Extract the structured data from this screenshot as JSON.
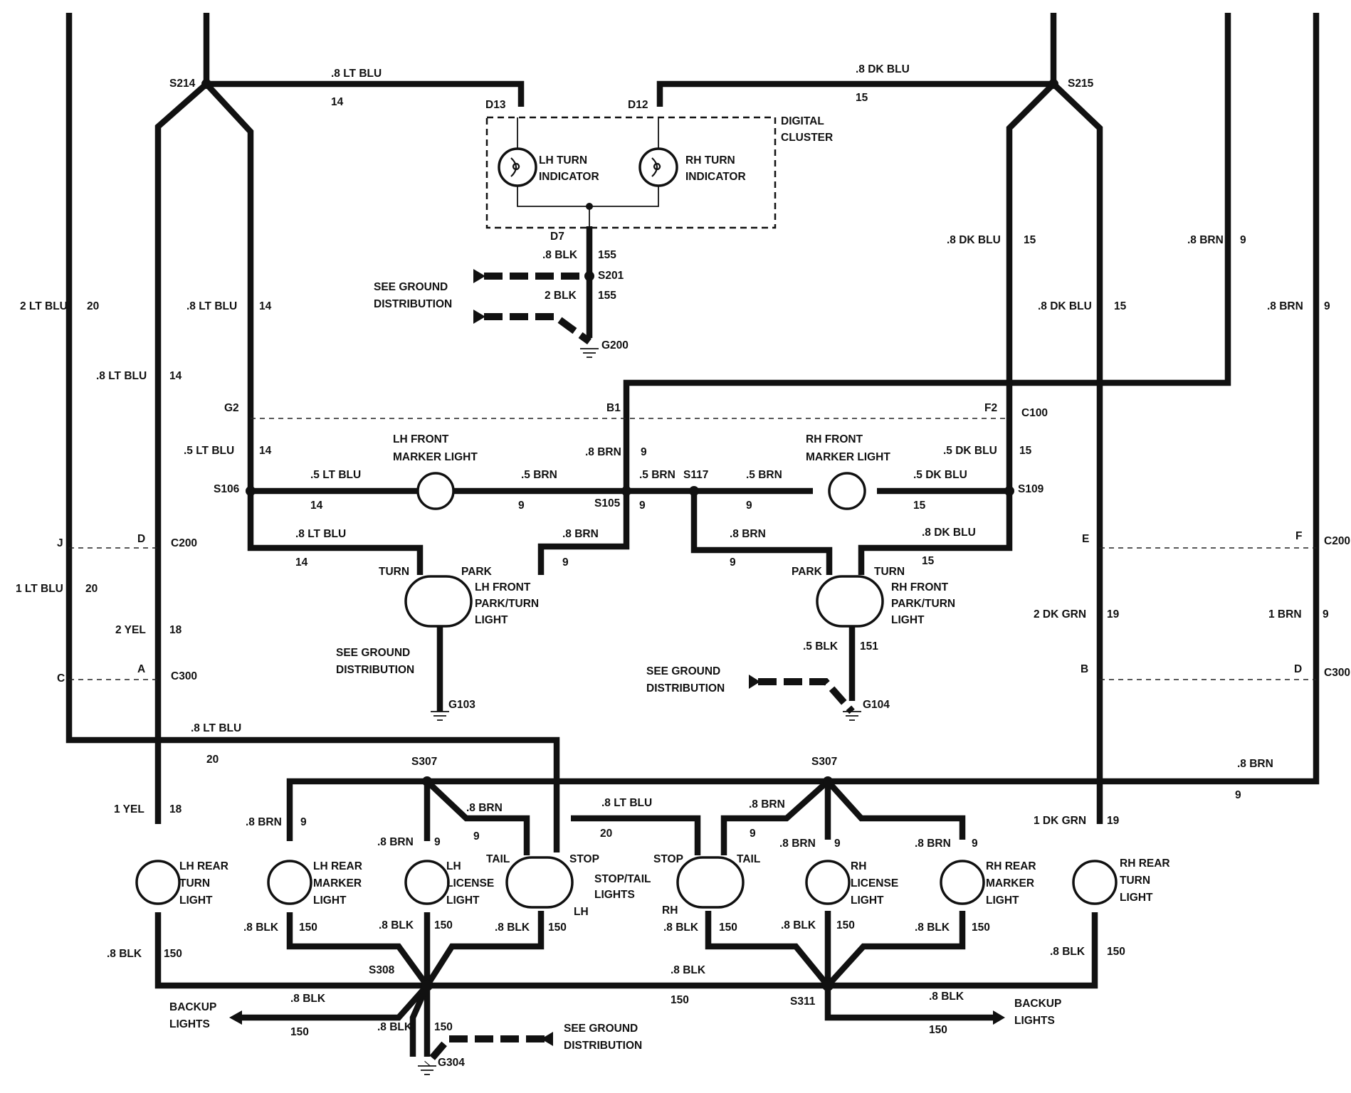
{
  "splices": {
    "s214": "S214",
    "s215": "S215",
    "s201": "S201",
    "s106": "S106",
    "s105": "S105",
    "s117": "S117",
    "s109": "S109",
    "s307a": "S307",
    "s307b": "S307",
    "s308": "S308",
    "s311": "S311"
  },
  "grounds": {
    "g200": "G200",
    "g103": "G103",
    "g104": "G104",
    "g304": "G304"
  },
  "connectors": {
    "c100": "C100",
    "c200a": "C200",
    "c200b": "C200",
    "c300a": "C300",
    "c300b": "C300",
    "d13": "D13",
    "d12": "D12",
    "d7": "D7",
    "g2": "G2",
    "b1": "B1",
    "f2": "F2",
    "j": "J",
    "d_c200": "D",
    "e": "E",
    "f": "F",
    "c": "C",
    "a": "A",
    "b": "B",
    "d_c300": "D"
  },
  "cluster": {
    "title_1": "DIGITAL",
    "title_2": "CLUSTER"
  },
  "components": {
    "lh_turn_ind_1": "LH TURN",
    "lh_turn_ind_2": "INDICATOR",
    "rh_turn_ind_1": "RH TURN",
    "rh_turn_ind_2": "INDICATOR",
    "lh_front_marker_1": "LH FRONT",
    "lh_front_marker_2": "MARKER LIGHT",
    "rh_front_marker_1": "RH FRONT",
    "rh_front_marker_2": "MARKER LIGHT",
    "lh_front_pt_1": "LH FRONT",
    "lh_front_pt_2": "PARK/TURN",
    "lh_front_pt_3": "LIGHT",
    "rh_front_pt_1": "RH FRONT",
    "rh_front_pt_2": "PARK/TURN",
    "rh_front_pt_3": "LIGHT",
    "lh_rear_turn_1": "LH REAR",
    "lh_rear_turn_2": "TURN",
    "lh_rear_turn_3": "LIGHT",
    "lh_rear_marker_1": "LH REAR",
    "lh_rear_marker_2": "MARKER",
    "lh_rear_marker_3": "LIGHT",
    "lh_license_1": "LH",
    "lh_license_2": "LICENSE",
    "lh_license_3": "LIGHT",
    "stop_tail_1": "STOP/TAIL",
    "stop_tail_2": "LIGHTS",
    "rh_license_1": "RH",
    "rh_license_2": "LICENSE",
    "rh_license_3": "LIGHT",
    "rh_rear_marker_1": "RH REAR",
    "rh_rear_marker_2": "MARKER",
    "rh_rear_marker_3": "LIGHT",
    "rh_rear_turn_1": "RH REAR",
    "rh_rear_turn_2": "TURN",
    "rh_rear_turn_3": "LIGHT",
    "lh": "LH",
    "rh": "RH",
    "turn": "TURN",
    "park": "PARK",
    "tail": "TAIL",
    "stop": "STOP"
  },
  "notes": {
    "see_ground_1": "SEE GROUND",
    "see_ground_2": "DISTRIBUTION",
    "backup_1": "BACKUP",
    "backup_2": "LIGHTS"
  },
  "wires": {
    "lt_blu_08": ".8 LT BLU",
    "dk_blu_08": ".8 DK BLU",
    "brn_08": ".8 BRN",
    "lt_blu_2": "2 LT BLU",
    "lt_blu_1": "1 LT BLU",
    "lt_blu_05": ".5 LT BLU",
    "dk_blu_05": ".5 DK BLU",
    "brn_05": ".5 BRN",
    "blk_08": ".8 BLK",
    "blk_2": "2 BLK",
    "blk_05": ".5 BLK",
    "yel_2": "2 YEL",
    "yel_1": "1 YEL",
    "dk_grn_2": "2 DK GRN",
    "dk_grn_1": "1 DK GRN",
    "brn_1": "1 BRN"
  },
  "circuits": {
    "c14": "14",
    "c15": "15",
    "c9": "9",
    "c20": "20",
    "c18": "18",
    "c19": "19",
    "c150": "150",
    "c151": "151",
    "c155": "155"
  }
}
